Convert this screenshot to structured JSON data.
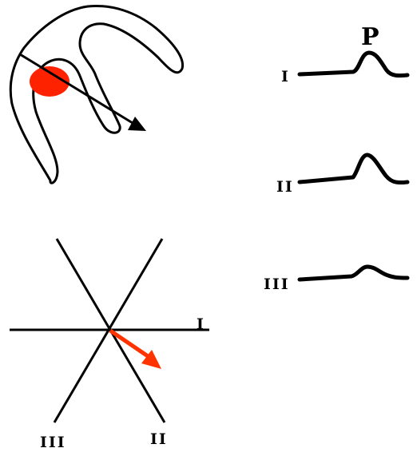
{
  "labels": {
    "p_wave": "P",
    "ecg_lead_1": "I",
    "ecg_lead_2": "II",
    "ecg_lead_3": "III",
    "axis_lead_1": "I",
    "axis_lead_2": "II",
    "axis_lead_3": "III"
  },
  "colors": {
    "stroke": "#000000",
    "atrium_blob": "#ff2200",
    "vector_arrow": "#ff3300",
    "background": "#ffffff"
  }
}
